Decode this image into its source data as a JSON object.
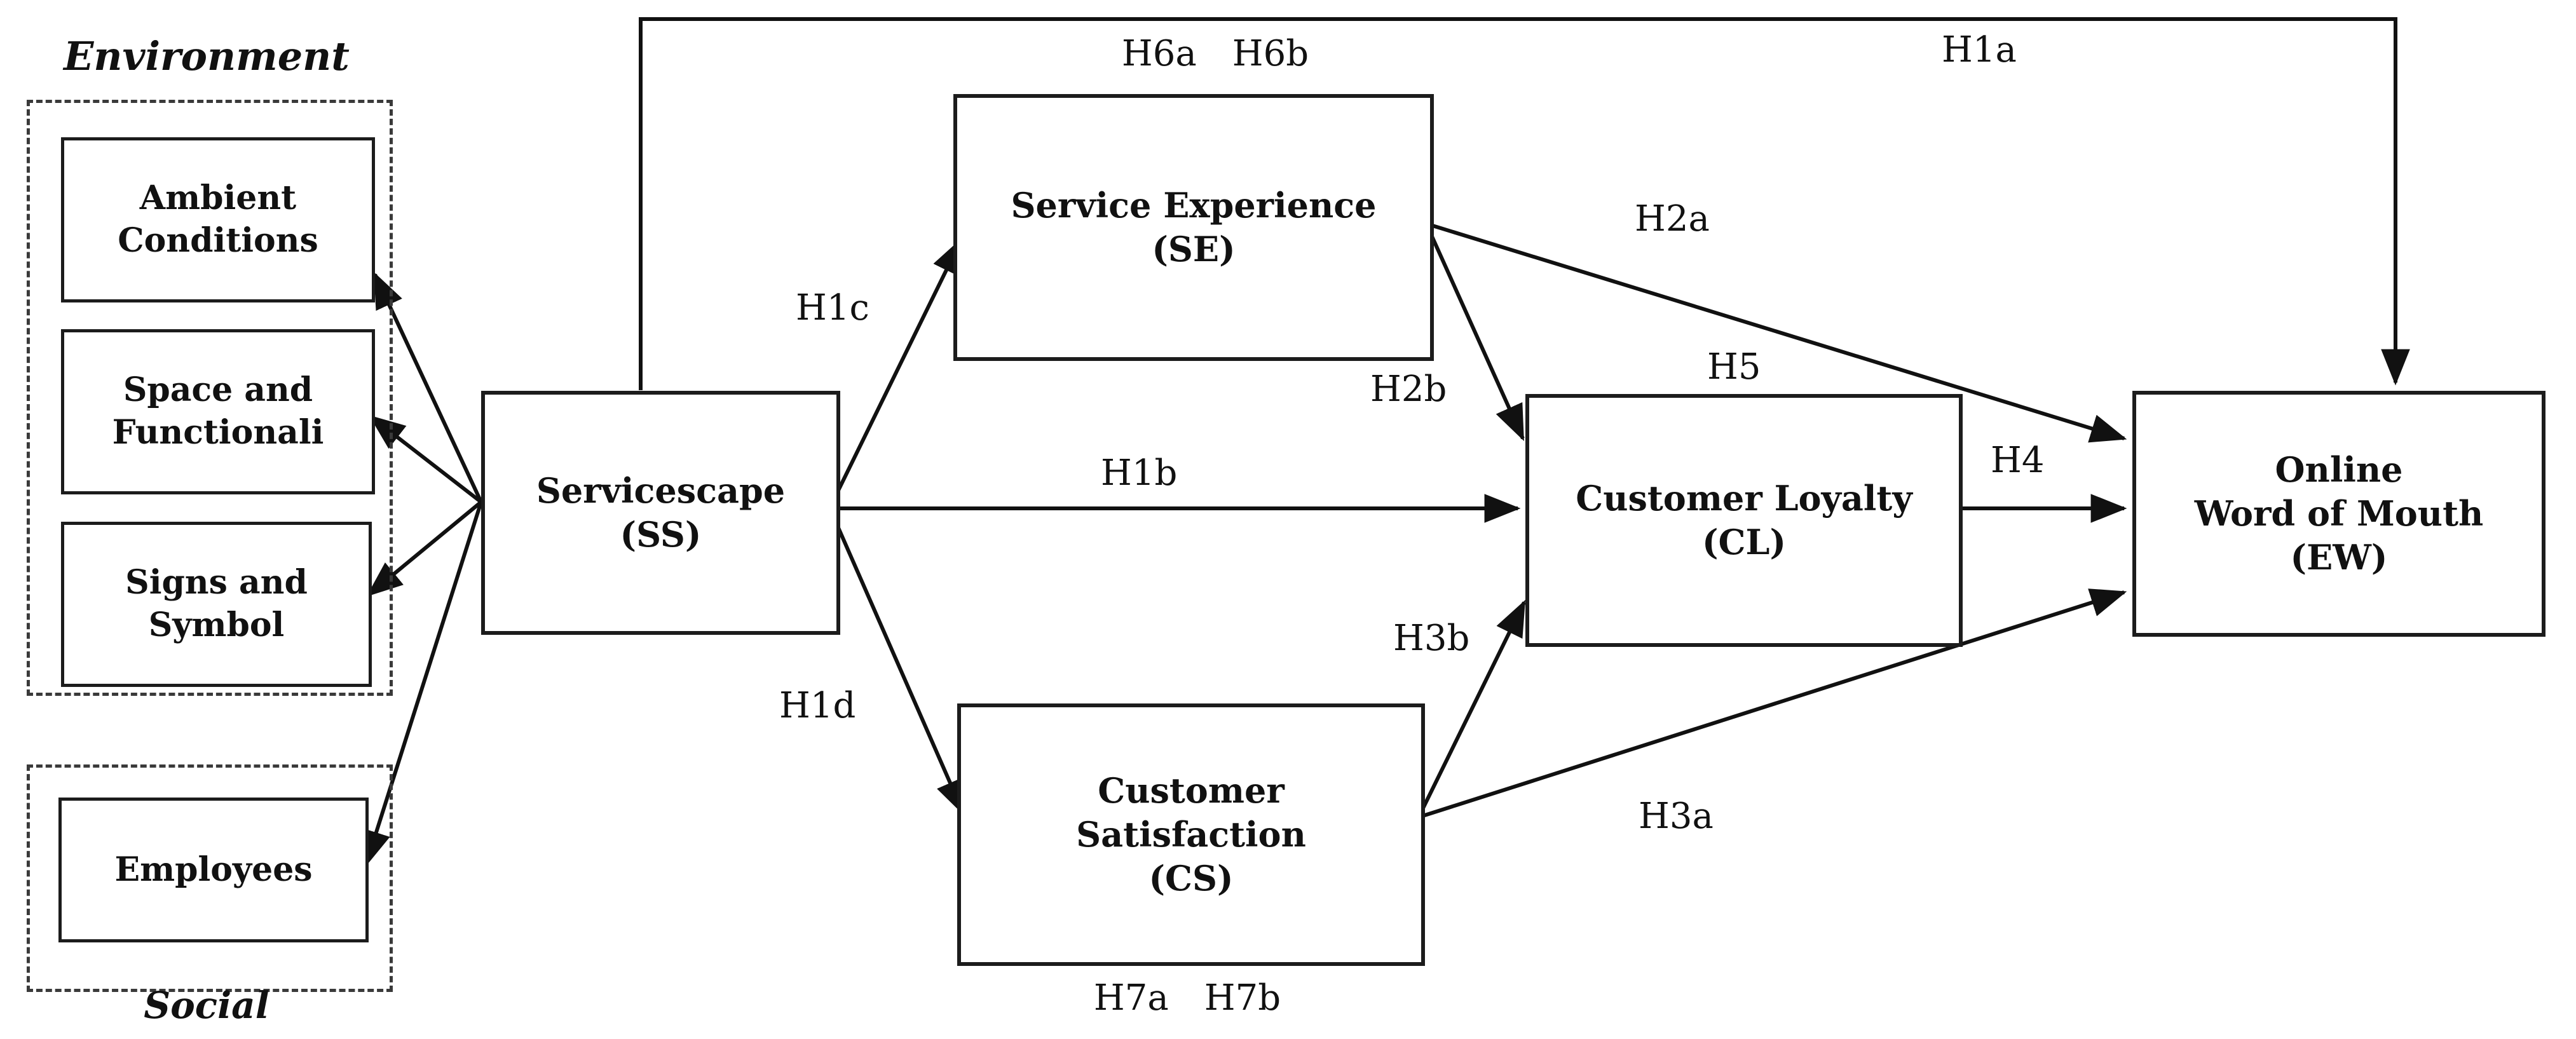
{
  "figure": {
    "title": "Servicescape research model diagram",
    "colors": {
      "background": "#ffffff",
      "ink": "#111111",
      "box_border": "#1c1c1c",
      "dashed_border": "#3a3a3a"
    },
    "groups": {
      "environment": "Environment",
      "social": "Social"
    },
    "nodes": {
      "ambient": {
        "lines": [
          "Ambient",
          "Conditions"
        ]
      },
      "space": {
        "lines": [
          "Space and",
          "Functionali"
        ]
      },
      "signs": {
        "lines": [
          "Signs and",
          "Symbol"
        ]
      },
      "employees": {
        "lines": [
          "Employees"
        ]
      },
      "servicescape": {
        "lines": [
          "Servicescape",
          "(SS)"
        ]
      },
      "service_experience": {
        "lines": [
          "Service Experience",
          "(SE)"
        ]
      },
      "customer_satisfaction": {
        "lines": [
          "Customer",
          "Satisfaction",
          "(CS)"
        ]
      },
      "customer_loyalty": {
        "lines": [
          "Customer Loyalty",
          "(CL)"
        ]
      },
      "online_word_of_mouth": {
        "lines": [
          "Online",
          "Word of Mouth",
          "(EW)"
        ]
      }
    },
    "hypotheses": {
      "h1a": "H1a",
      "h1b": "H1b",
      "h1c": "H1c",
      "h1d": "H1d",
      "h2a": "H2a",
      "h2b": "H2b",
      "h3a": "H3a",
      "h3b": "H3b",
      "h4": "H4",
      "h5": "H5",
      "h6a": "H6a",
      "h6b": "H6b",
      "h7a": "H7a",
      "h7b": "H7b"
    }
  }
}
